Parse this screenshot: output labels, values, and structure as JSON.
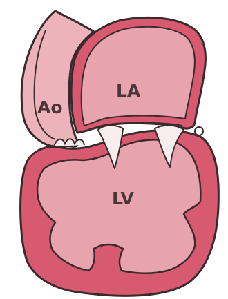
{
  "diagram": {
    "labels": {
      "aorta": "Ao",
      "left_atrium": "LA",
      "left_ventricle": "LV"
    },
    "colors": {
      "background": "#ffffff",
      "outline": "#3a2a2c",
      "wall": "#d85a70",
      "chamber_fill": "#e8a4ad",
      "aorta_fill": "#ecb3ba",
      "valve_leaflet": "#f6eeee",
      "label": "#4a3538"
    }
  }
}
